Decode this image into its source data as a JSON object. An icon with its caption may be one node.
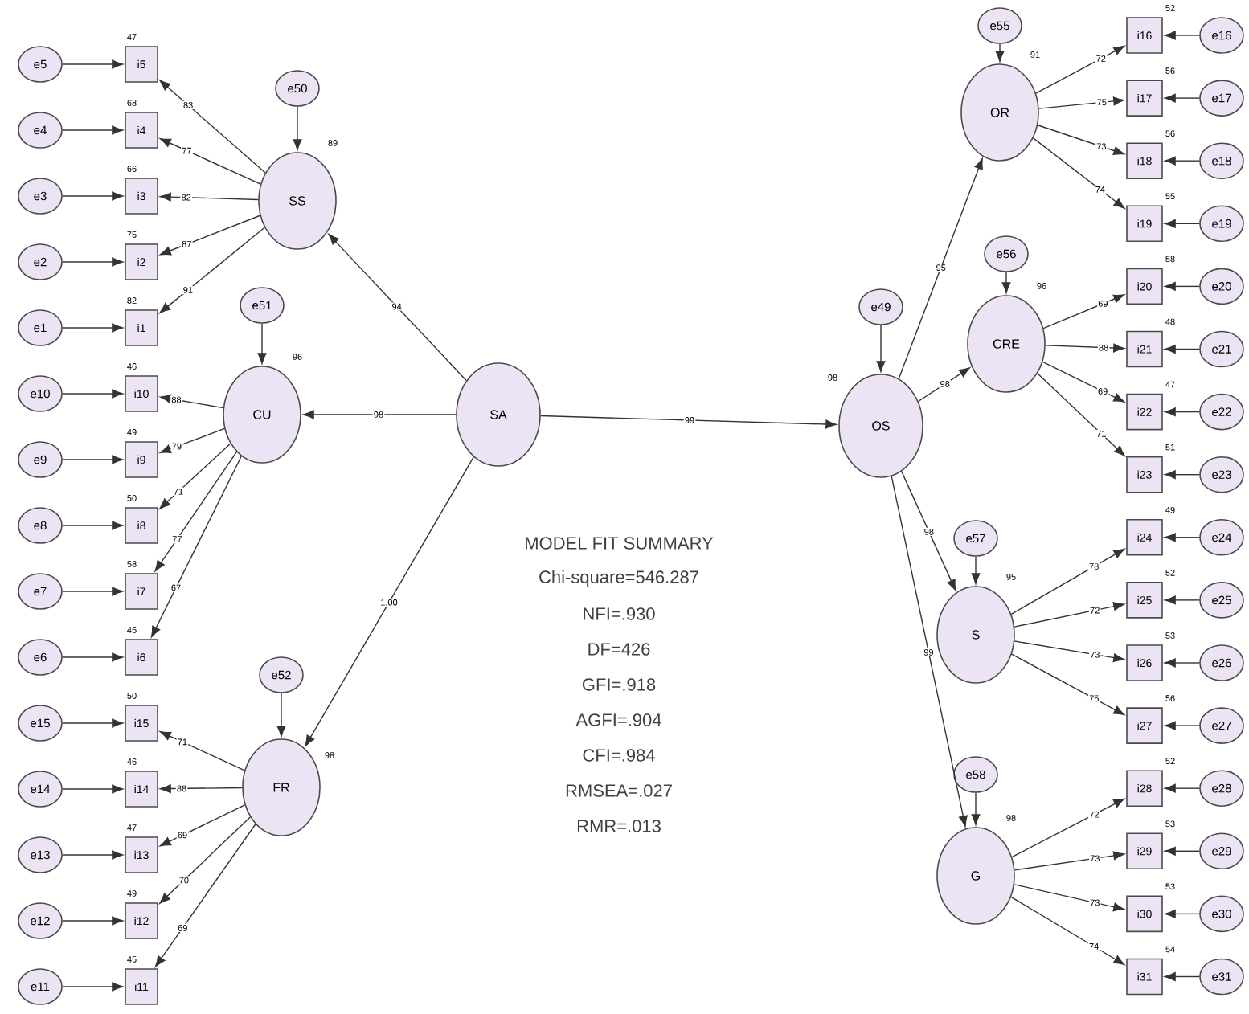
{
  "diagram": {
    "nodes": [
      {
        "text": [
          "SS"
        ],
        "beside": [
          "89"
        ]
      },
      {
        "text": [
          "e50"
        ]
      },
      {
        "text": [
          "CU"
        ],
        "beside": [
          "96"
        ]
      },
      {
        "text": [
          "e51"
        ]
      },
      {
        "text": [
          "FR"
        ],
        "beside": [
          "98"
        ]
      },
      {
        "text": [
          "e52"
        ]
      },
      {
        "text": [
          "SA"
        ]
      },
      {
        "text": [
          "OS"
        ],
        "beside": [
          "98"
        ]
      },
      {
        "text": [
          "e49"
        ]
      },
      {
        "text": [
          "OR"
        ],
        "beside": [
          "91"
        ]
      },
      {
        "text": [
          "e55"
        ]
      },
      {
        "text": [
          "CRE"
        ],
        "beside": [
          "96"
        ]
      },
      {
        "text": [
          "e56"
        ]
      },
      {
        "text": [
          "S"
        ],
        "beside": [
          "95"
        ]
      },
      {
        "text": [
          "e57"
        ]
      },
      {
        "text": [
          "G"
        ],
        "beside": [
          "98"
        ]
      },
      {
        "text": [
          "e58"
        ]
      },
      {
        "text": [
          "i5"
        ],
        "beside": [
          "47"
        ]
      },
      {
        "text": [
          "e5"
        ]
      },
      {
        "text": [
          "i4"
        ],
        "beside": [
          "68"
        ]
      },
      {
        "text": [
          "e4"
        ]
      },
      {
        "text": [
          "i3"
        ],
        "beside": [
          "66"
        ]
      },
      {
        "text": [
          "e3"
        ]
      },
      {
        "text": [
          "i2"
        ],
        "beside": [
          "75"
        ]
      },
      {
        "text": [
          "e2"
        ]
      },
      {
        "text": [
          "i1"
        ],
        "beside": [
          "82"
        ]
      },
      {
        "text": [
          "e1"
        ]
      },
      {
        "text": [
          "i10"
        ],
        "beside": [
          "46"
        ]
      },
      {
        "text": [
          "e10"
        ]
      },
      {
        "text": [
          "i9"
        ],
        "beside": [
          "49"
        ]
      },
      {
        "text": [
          "e9"
        ]
      },
      {
        "text": [
          "i8"
        ],
        "beside": [
          "50"
        ]
      },
      {
        "text": [
          "e8"
        ]
      },
      {
        "text": [
          "i7"
        ],
        "beside": [
          "58"
        ]
      },
      {
        "text": [
          "e7"
        ]
      },
      {
        "text": [
          "i6"
        ],
        "beside": [
          "45"
        ]
      },
      {
        "text": [
          "e6"
        ]
      },
      {
        "text": [
          "i15"
        ],
        "beside": [
          "50"
        ]
      },
      {
        "text": [
          "e15"
        ]
      },
      {
        "text": [
          "i14"
        ],
        "beside": [
          "46"
        ]
      },
      {
        "text": [
          "e14"
        ]
      },
      {
        "text": [
          "i13"
        ],
        "beside": [
          "47"
        ]
      },
      {
        "text": [
          "e13"
        ]
      },
      {
        "text": [
          "i12"
        ],
        "beside": [
          "49"
        ]
      },
      {
        "text": [
          "e12"
        ]
      },
      {
        "text": [
          "i11"
        ],
        "beside": [
          "45"
        ]
      },
      {
        "text": [
          "e11"
        ]
      },
      {
        "text": [
          "i16"
        ],
        "beside": [
          "52"
        ]
      },
      {
        "text": [
          "e16"
        ]
      },
      {
        "text": [
          "i17"
        ],
        "beside": [
          "56"
        ]
      },
      {
        "text": [
          "e17"
        ]
      },
      {
        "text": [
          "i18"
        ],
        "beside": [
          "56"
        ]
      },
      {
        "text": [
          "e18"
        ]
      },
      {
        "text": [
          "i19"
        ],
        "beside": [
          "55"
        ]
      },
      {
        "text": [
          "e19"
        ]
      },
      {
        "text": [
          "i20"
        ],
        "beside": [
          "58"
        ]
      },
      {
        "text": [
          "e20"
        ]
      },
      {
        "text": [
          "i21"
        ],
        "beside": [
          "48"
        ]
      },
      {
        "text": [
          "e21"
        ]
      },
      {
        "text": [
          "i22"
        ],
        "beside": [
          "47"
        ]
      },
      {
        "text": [
          "e22"
        ]
      },
      {
        "text": [
          "i23"
        ],
        "beside": [
          "51"
        ]
      },
      {
        "text": [
          "e23"
        ]
      },
      {
        "text": [
          "i24"
        ],
        "beside": [
          "49"
        ]
      },
      {
        "text": [
          "e24"
        ]
      },
      {
        "text": [
          "i25"
        ],
        "beside": [
          "52"
        ]
      },
      {
        "text": [
          "e25"
        ]
      },
      {
        "text": [
          "i26"
        ],
        "beside": [
          "53"
        ]
      },
      {
        "text": [
          "e26"
        ]
      },
      {
        "text": [
          "i27"
        ],
        "beside": [
          "56"
        ]
      },
      {
        "text": [
          "e27"
        ]
      },
      {
        "text": [
          "i28"
        ],
        "beside": [
          "52"
        ]
      },
      {
        "text": [
          "e28"
        ]
      },
      {
        "text": [
          "i29"
        ],
        "beside": [
          "53"
        ]
      },
      {
        "text": [
          "e29"
        ]
      },
      {
        "text": [
          "i30"
        ],
        "beside": [
          "53"
        ]
      },
      {
        "text": [
          "e30"
        ]
      },
      {
        "text": [
          "i31"
        ],
        "beside": [
          "54"
        ]
      },
      {
        "text": [
          "e31"
        ]
      }
    ],
    "edges": [
      {
        "from": 6,
        "to": 0,
        "arrow": "to",
        "label": "94"
      },
      {
        "from": 6,
        "to": 2,
        "arrow": "to",
        "label": "98"
      },
      {
        "from": 6,
        "to": 4,
        "arrow": "to",
        "label": "1.00"
      },
      {
        "from": 6,
        "to": 7,
        "arrow": "to",
        "label": "99"
      },
      {
        "from": 7,
        "to": 9,
        "arrow": "to",
        "label": "95"
      },
      {
        "from": 7,
        "to": 11,
        "arrow": "to",
        "label": "98"
      },
      {
        "from": 7,
        "to": 13,
        "arrow": "to",
        "label": "98"
      },
      {
        "from": 7,
        "to": 15,
        "arrow": "to",
        "label": "99"
      },
      {
        "from": 1,
        "to": 0,
        "arrow": "to"
      },
      {
        "from": 3,
        "to": 2,
        "arrow": "to"
      },
      {
        "from": 5,
        "to": 4,
        "arrow": "to"
      },
      {
        "from": 8,
        "to": 7,
        "arrow": "to"
      },
      {
        "from": 10,
        "to": 9,
        "arrow": "to"
      },
      {
        "from": 12,
        "to": 11,
        "arrow": "to"
      },
      {
        "from": 14,
        "to": 13,
        "arrow": "to"
      },
      {
        "from": 16,
        "to": 15,
        "arrow": "to"
      },
      {
        "from": 0,
        "to": 17,
        "arrow": "to",
        "label": "83"
      },
      {
        "from": 18,
        "to": 17,
        "arrow": "to"
      },
      {
        "from": 0,
        "to": 19,
        "arrow": "to",
        "label": "77"
      },
      {
        "from": 20,
        "to": 19,
        "arrow": "to"
      },
      {
        "from": 0,
        "to": 21,
        "arrow": "to",
        "label": "82"
      },
      {
        "from": 22,
        "to": 21,
        "arrow": "to"
      },
      {
        "from": 0,
        "to": 23,
        "arrow": "to",
        "label": "87"
      },
      {
        "from": 24,
        "to": 23,
        "arrow": "to"
      },
      {
        "from": 0,
        "to": 25,
        "arrow": "to",
        "label": "91"
      },
      {
        "from": 26,
        "to": 25,
        "arrow": "to"
      },
      {
        "from": 2,
        "to": 27,
        "arrow": "to",
        "label": "88"
      },
      {
        "from": 28,
        "to": 27,
        "arrow": "to"
      },
      {
        "from": 2,
        "to": 29,
        "arrow": "to",
        "label": "79"
      },
      {
        "from": 30,
        "to": 29,
        "arrow": "to"
      },
      {
        "from": 2,
        "to": 31,
        "arrow": "to",
        "label": "71"
      },
      {
        "from": 32,
        "to": 31,
        "arrow": "to"
      },
      {
        "from": 2,
        "to": 33,
        "arrow": "to",
        "label": "77"
      },
      {
        "from": 34,
        "to": 33,
        "arrow": "to"
      },
      {
        "from": 2,
        "to": 35,
        "arrow": "to",
        "label": "67"
      },
      {
        "from": 36,
        "to": 35,
        "arrow": "to"
      },
      {
        "from": 4,
        "to": 37,
        "arrow": "to",
        "label": "71"
      },
      {
        "from": 38,
        "to": 37,
        "arrow": "to"
      },
      {
        "from": 4,
        "to": 39,
        "arrow": "to",
        "label": "88"
      },
      {
        "from": 40,
        "to": 39,
        "arrow": "to"
      },
      {
        "from": 4,
        "to": 41,
        "arrow": "to",
        "label": "69"
      },
      {
        "from": 42,
        "to": 41,
        "arrow": "to"
      },
      {
        "from": 4,
        "to": 43,
        "arrow": "to",
        "label": "70"
      },
      {
        "from": 44,
        "to": 43,
        "arrow": "to"
      },
      {
        "from": 4,
        "to": 45,
        "arrow": "to",
        "label": "69"
      },
      {
        "from": 46,
        "to": 45,
        "arrow": "to"
      },
      {
        "from": 9,
        "to": 47,
        "arrow": "to",
        "label": "72"
      },
      {
        "from": 48,
        "to": 47,
        "arrow": "to"
      },
      {
        "from": 9,
        "to": 49,
        "arrow": "to",
        "label": "75"
      },
      {
        "from": 50,
        "to": 49,
        "arrow": "to"
      },
      {
        "from": 9,
        "to": 51,
        "arrow": "to",
        "label": "73"
      },
      {
        "from": 52,
        "to": 51,
        "arrow": "to"
      },
      {
        "from": 9,
        "to": 53,
        "arrow": "to",
        "label": "74"
      },
      {
        "from": 54,
        "to": 53,
        "arrow": "to"
      },
      {
        "from": 11,
        "to": 55,
        "arrow": "to",
        "label": "69"
      },
      {
        "from": 56,
        "to": 55,
        "arrow": "to"
      },
      {
        "from": 11,
        "to": 57,
        "arrow": "to",
        "label": "88"
      },
      {
        "from": 58,
        "to": 57,
        "arrow": "to"
      },
      {
        "from": 11,
        "to": 59,
        "arrow": "to",
        "label": "69"
      },
      {
        "from": 60,
        "to": 59,
        "arrow": "to"
      },
      {
        "from": 11,
        "to": 61,
        "arrow": "to",
        "label": "71"
      },
      {
        "from": 62,
        "to": 61,
        "arrow": "to"
      },
      {
        "from": 13,
        "to": 63,
        "arrow": "to",
        "label": "78"
      },
      {
        "from": 64,
        "to": 63,
        "arrow": "to"
      },
      {
        "from": 13,
        "to": 65,
        "arrow": "to",
        "label": "72"
      },
      {
        "from": 66,
        "to": 65,
        "arrow": "to"
      },
      {
        "from": 13,
        "to": 67,
        "arrow": "to",
        "label": "73"
      },
      {
        "from": 68,
        "to": 67,
        "arrow": "to"
      },
      {
        "from": 13,
        "to": 69,
        "arrow": "to",
        "label": "75"
      },
      {
        "from": 70,
        "to": 69,
        "arrow": "to"
      },
      {
        "from": 15,
        "to": 71,
        "arrow": "to",
        "label": "72"
      },
      {
        "from": 72,
        "to": 71,
        "arrow": "to"
      },
      {
        "from": 15,
        "to": 73,
        "arrow": "to",
        "label": "73"
      },
      {
        "from": 74,
        "to": 73,
        "arrow": "to"
      },
      {
        "from": 15,
        "to": 75,
        "arrow": "to",
        "label": "73"
      },
      {
        "from": 76,
        "to": 75,
        "arrow": "to"
      },
      {
        "from": 15,
        "to": 77,
        "arrow": "to",
        "label": "74"
      },
      {
        "from": 78,
        "to": 77,
        "arrow": "to"
      }
    ],
    "labels": [
      "MODEL FIT SUMMARY",
      "Chi-square=546.287",
      "NFI=.930",
      "DF=426",
      "GFI=.918",
      "AGFI=.904",
      "CFI=.984",
      "RMSEA=.027",
      "RMR=.013"
    ]
  }
}
